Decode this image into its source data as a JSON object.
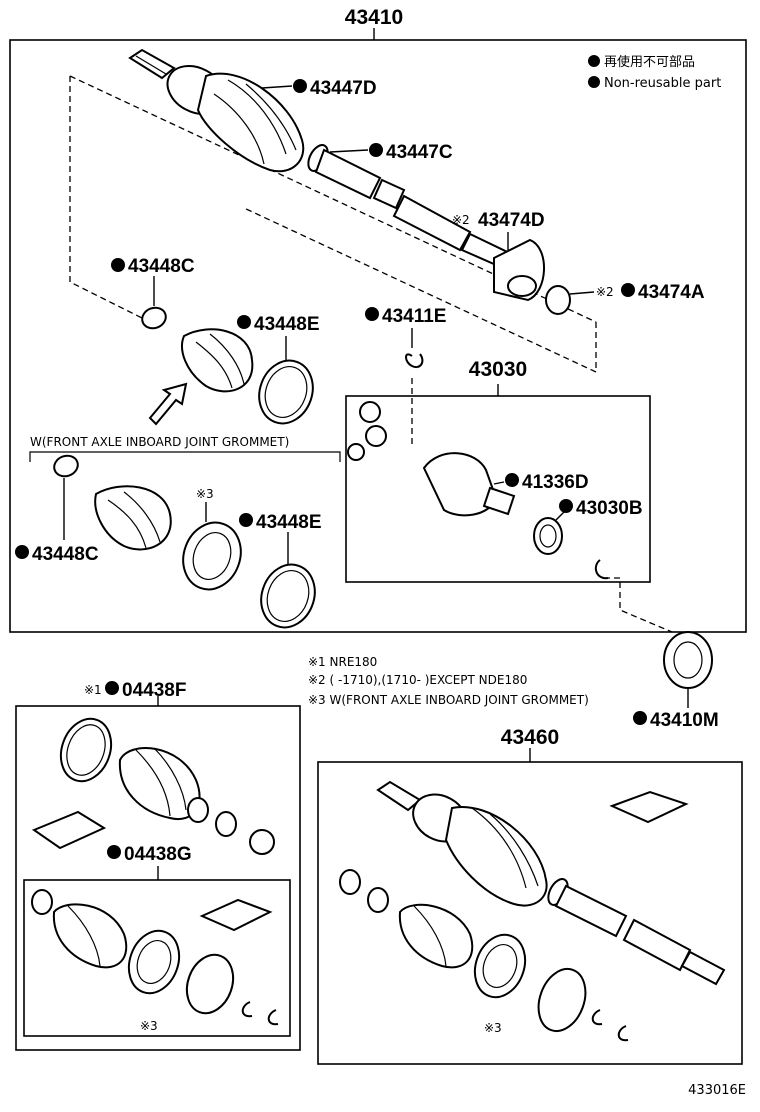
{
  "assembly_main": "43410",
  "legend": {
    "jp": "再使用不可部品",
    "en": "Non-reusable part"
  },
  "parts": {
    "p43447D": "43447D",
    "p43447C": "43447C",
    "p43474D": "43474D",
    "p43474D_mark": "※2",
    "p43448C_top": "43448C",
    "p43474A": "43474A",
    "p43474A_mark": "※2",
    "p43411E": "43411E",
    "p43448E_top": "43448E",
    "p43030": "43030",
    "p41336D": "41336D",
    "p43030B": "43030B",
    "p43448E_bot": "43448E",
    "p43448C_bot": "43448C",
    "mark3": "※3",
    "p43410M": "43410M",
    "p04438F": "04438F",
    "p04438F_mark": "※1",
    "p04438G": "04438G",
    "p43460": "43460",
    "mark3_left": "※3",
    "mark3_right": "※3"
  },
  "grommet_label": "W(FRONT AXLE INBOARD JOINT GROMMET)",
  "notes": {
    "n1": "※1 NRE180",
    "n2": "※2 (      -1710),(1710-       )EXCEPT NDE180",
    "n3": "※3 W(FRONT AXLE INBOARD JOINT GROMMET)"
  },
  "diagram_id": "433016E"
}
